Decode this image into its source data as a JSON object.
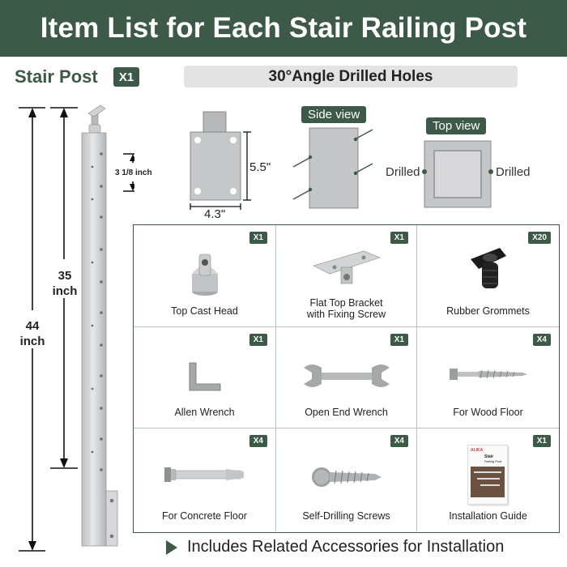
{
  "header": {
    "title": "Item List for Each Stair Railing Post"
  },
  "post": {
    "title": "Stair Post",
    "qty": "X1"
  },
  "dimensions": {
    "total_num": "44",
    "total_unit": "inch",
    "inner_num": "35",
    "inner_unit": "inch",
    "hole_spacing": "3 1/8 inch"
  },
  "angle_title": "30°Angle Drilled Holes",
  "plate": {
    "height": "5.5\"",
    "width": "4.3\""
  },
  "side_view": {
    "label": "Side view"
  },
  "top_view": {
    "label": "Top view",
    "left": "Drilled",
    "right": "Drilled"
  },
  "items": [
    {
      "name": "Top Cast Head",
      "qty": "X1",
      "icon": "cast-head-icon"
    },
    {
      "name": "Flat Top Bracket\nwith Fixing Screw",
      "qty": "X1",
      "icon": "bracket-icon"
    },
    {
      "name": "Rubber Grommets",
      "qty": "X20",
      "icon": "grommet-icon"
    },
    {
      "name": "Allen Wrench",
      "qty": "X1",
      "icon": "allen-wrench-icon"
    },
    {
      "name": "Open End Wrench",
      "qty": "X1",
      "icon": "open-end-wrench-icon"
    },
    {
      "name": "For Wood Floor",
      "qty": "X4",
      "icon": "lag-screw-icon"
    },
    {
      "name": "For Concrete Floor",
      "qty": "X4",
      "icon": "anchor-bolt-icon"
    },
    {
      "name": "Self-Drilling Screws",
      "qty": "X4",
      "icon": "self-drilling-screw-icon"
    },
    {
      "name": "Installation Guide",
      "qty": "X1",
      "icon": "guide-booklet-icon"
    }
  ],
  "guide": {
    "brand": "ALIKA",
    "title1": "Stair",
    "title2": "Railing Post"
  },
  "footer": {
    "text": "Includes Related Accessories for Installation"
  },
  "colors": {
    "brand": "#3c5a47",
    "metal": "#c8c8c8"
  }
}
